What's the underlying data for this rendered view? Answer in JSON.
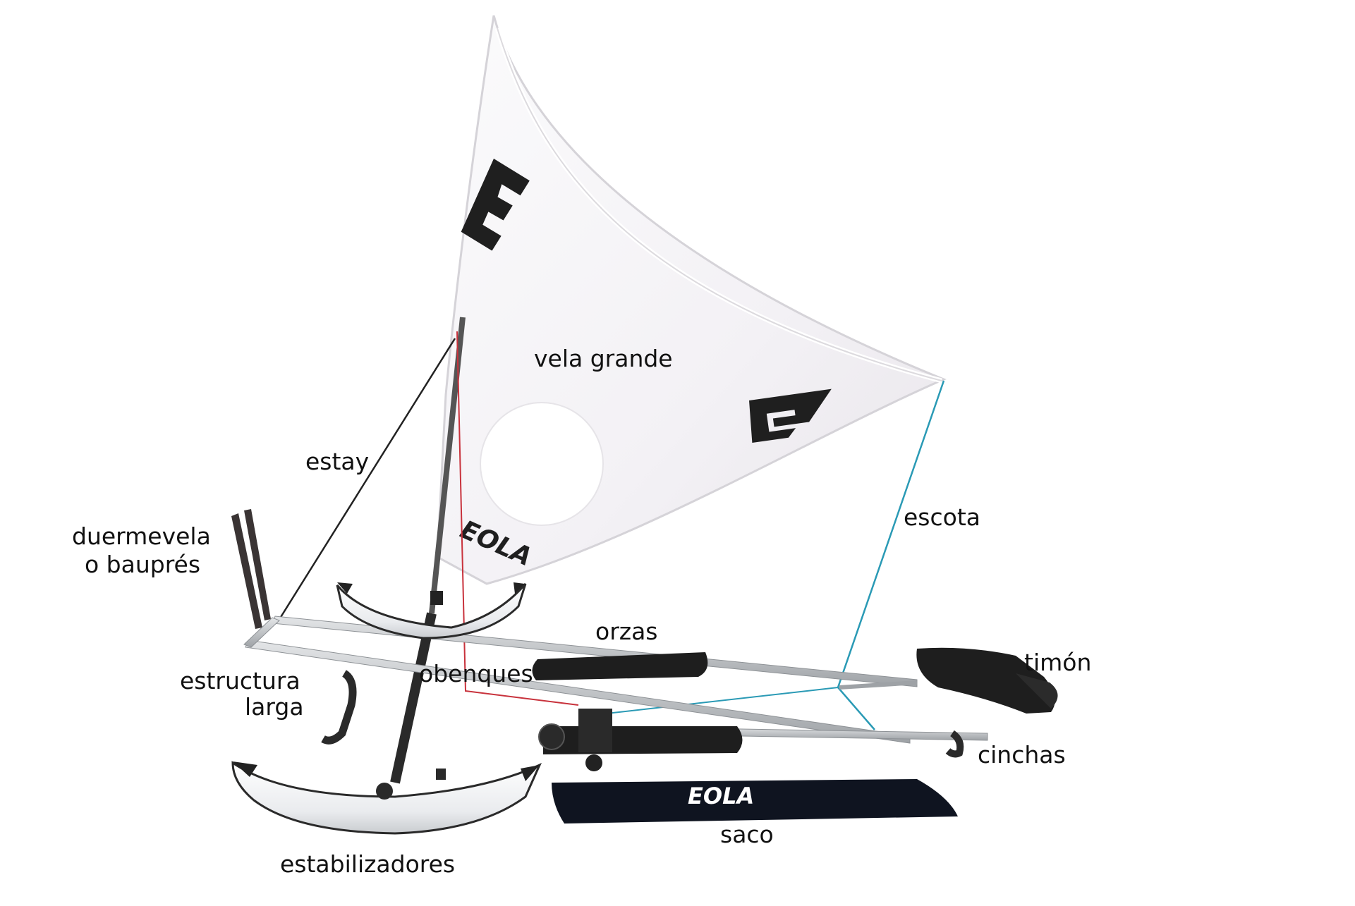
{
  "brand": {
    "name": "EOLA",
    "logo_icon": "eola-e-logo-icon"
  },
  "labels": {
    "vela_grande": "vela grande",
    "estay": "estay",
    "escota": "escota",
    "duermevela_line1": "duermevela",
    "duermevela_line2": "o bauprés",
    "orzas": "orzas",
    "timon": "timón",
    "estructura_line1": "estructura",
    "estructura_line2": "larga",
    "obenques": "obenques",
    "cinchas": "cinchas",
    "saco": "saco",
    "estabilizadores": "estabilizadores"
  },
  "colors": {
    "sail": "#f6f5f7",
    "sail_edge": "#d9d7dc",
    "dark_part": "#1e1e1e",
    "frame": "#b9bcc0",
    "line_escota": "#2a9ab5",
    "line_estay": "#222222",
    "line_obenques": "#c8323c",
    "float": "#eef0f2"
  }
}
